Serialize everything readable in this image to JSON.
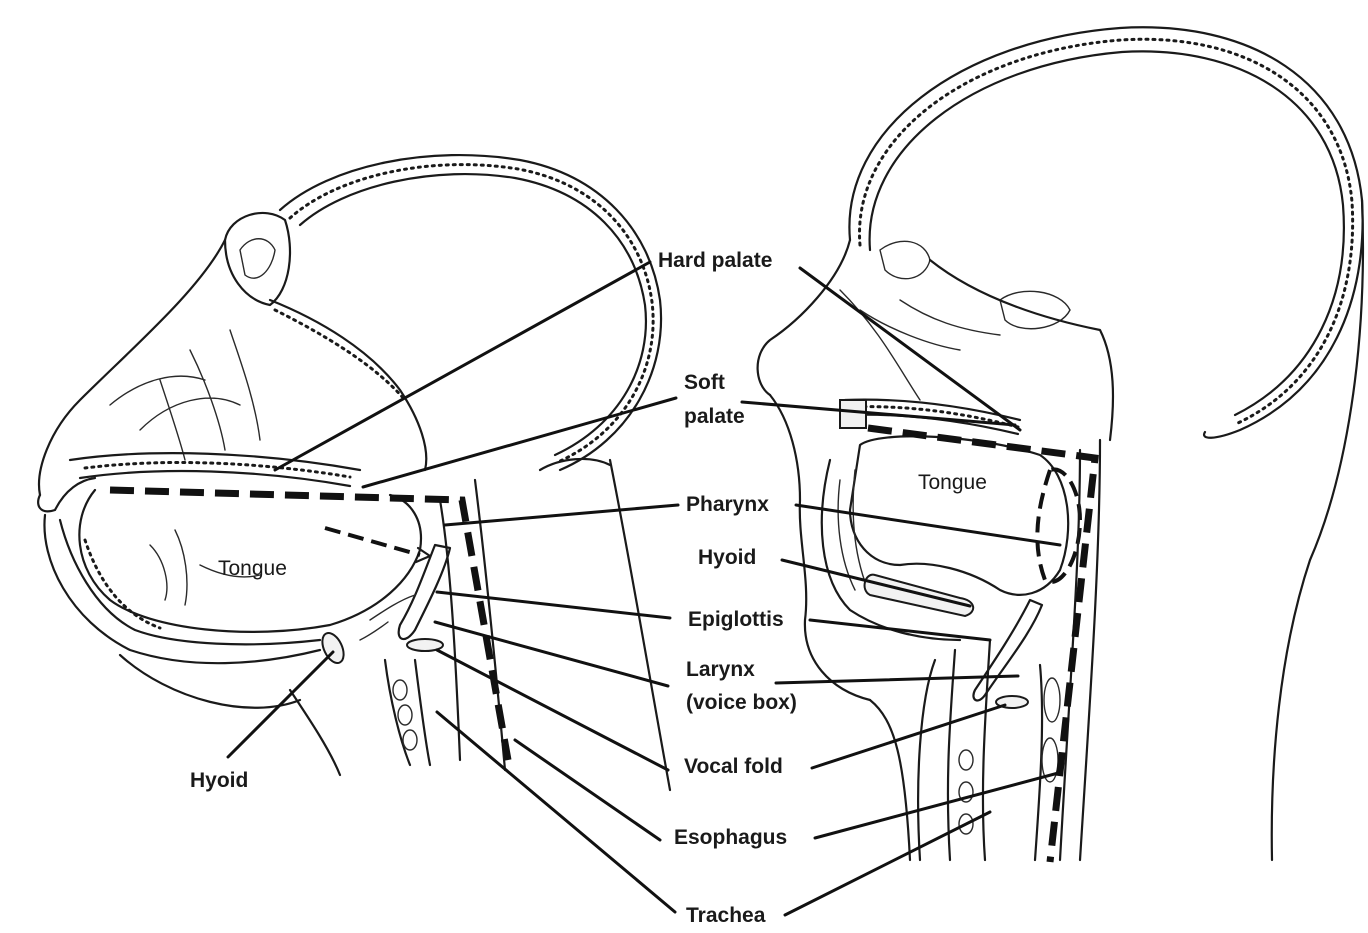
{
  "labels": {
    "hard_palate": "Hard palate",
    "soft_palate_line1": "Soft",
    "soft_palate_line2": "palate",
    "pharynx": "Pharynx",
    "hyoid_center": "Hyoid",
    "epiglottis": "Epiglottis",
    "larynx_line1": "Larynx",
    "larynx_line2": "(voice box)",
    "vocal_fold": "Vocal fold",
    "esophagus": "Esophagus",
    "trachea": "Trachea",
    "hyoid_left": "Hyoid",
    "tongue_left": "Tongue",
    "tongue_right": "Tongue"
  },
  "colors": {
    "ink": "#1a1a1a",
    "background": "#ffffff"
  }
}
